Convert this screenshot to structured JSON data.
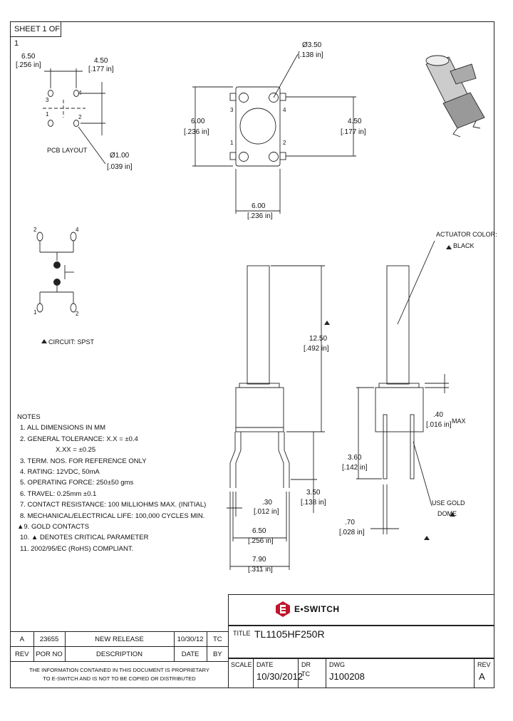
{
  "sheet": "SHEET 1 OF 1",
  "pcb": {
    "dim_a_mm": "6.50",
    "dim_a_in": "[.256 in]",
    "dim_b_mm": "4.50",
    "dim_b_in": "[.177 in]",
    "pin_3": "3",
    "pin_4": "4",
    "pin_1": "1",
    "pin_2": "2",
    "hole_mm": "Ø1.00",
    "hole_in": "[.039 in]",
    "label": "PCB LAYOUT"
  },
  "top_view": {
    "dia_mm": "Ø3.50",
    "dia_in": "[.138 in]",
    "h_mm": "6.00",
    "h_in": "[.236 in]",
    "w_mm": "6.00",
    "w_in": "[.236 in]",
    "pin_mm": "4.50",
    "pin_in": "[.177 in]",
    "pin_3": "3",
    "pin_4": "4",
    "pin_1": "1",
    "pin_2": "2"
  },
  "circuit": {
    "label": "CIRCUIT: SPST",
    "pin_2": "2",
    "pin_4": "4",
    "pin_1": "1",
    "pin_3": "2"
  },
  "front_view": {
    "height_mm": "12.50",
    "height_in": "[.492 in]",
    "base_mm": "3.50",
    "base_in": "[.138 in]",
    "lead_mm": ".30",
    "lead_in": "[.012 in]",
    "span_mm": "6.50",
    "span_in": "[.256 in]",
    "width_mm": "7.90",
    "width_in": "[.311 in]"
  },
  "side_view": {
    "actuator_label": "ACTUATOR COLOR:",
    "actuator_color": "BLACK",
    "max_mm": ".40",
    "max_in": "[.016 in]",
    "max_label": "MAX",
    "pin_len_mm": "3.60",
    "pin_len_in": "[.142 in]",
    "gold_label": "USE GOLD",
    "gold_label2": "DOME",
    "pin_w_mm": ".70",
    "pin_w_in": "[.028 in]"
  },
  "notes": {
    "title": "NOTES",
    "items": [
      "1. ALL DIMENSIONS IN MM",
      "2. GENERAL TOLERANCE: X.X = ±0.4",
      "X.XX = ±0.25",
      "3. TERM. NOS. FOR REFERENCE ONLY",
      "4. RATING: 12VDC, 50mA",
      "5. OPERATING FORCE: 250±50 gms",
      "6. TRAVEL: 0.25mm ±0.1",
      "7. CONTACT RESISTANCE: 100 MILLIOHMS MAX. (INITIAL)",
      "8. MECHANICAL/ELECTRICAL LIFE: 100,000 CYCLES MIN.",
      "9. GOLD CONTACTS",
      "10. ▲ DENOTES CRITICAL PARAMETER",
      "11. 2002/95/EC (RoHS) COMPLIANT."
    ]
  },
  "brand": "E•SWITCH",
  "title_block": {
    "title_label": "TITLE",
    "title": "TL1105HF250R",
    "scale_label": "SCALE",
    "date_label": "DATE",
    "date": "10/30/2012",
    "dr_label": "DR",
    "dr": "TC",
    "dwg_label": "DWG",
    "dwg": "J100208",
    "rev_label": "REV",
    "rev": "A"
  },
  "revisions": {
    "row": {
      "rev": "A",
      "por": "23655",
      "desc": "NEW RELEASE",
      "date": "10/30/12",
      "by": "TC"
    },
    "headers": {
      "rev": "REV",
      "por": "POR NO",
      "desc": "DESCRIPTION",
      "date": "DATE",
      "by": "BY"
    }
  },
  "proprietary": [
    "THE INFORMATION CONTAINED IN THIS DOCUMENT IS PROPRIETARY",
    "TO E-SWITCH AND IS NOT TO BE COPIED OR DISTRIBUTED"
  ]
}
